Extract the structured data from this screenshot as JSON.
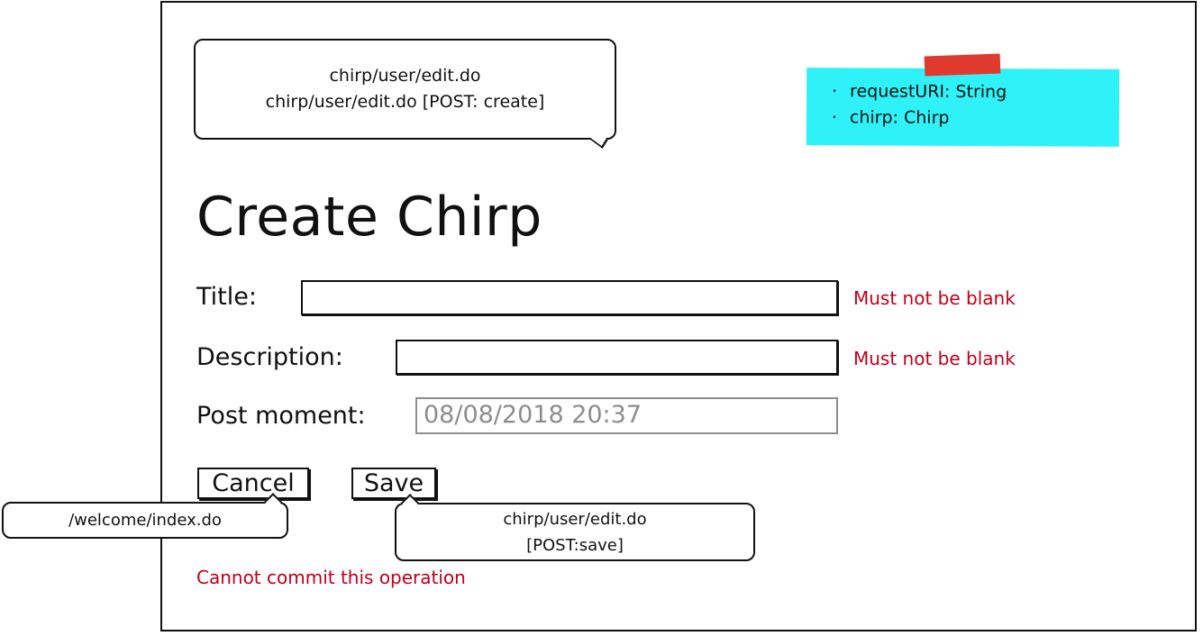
{
  "callouts": {
    "top": {
      "lines": [
        "chirp/user/edit.do",
        "chirp/user/edit.do [POST: create]"
      ]
    },
    "cancel": {
      "lines": [
        "/welcome/index.do"
      ]
    },
    "save": {
      "lines": [
        "chirp/user/edit.do",
        "[POST:save]"
      ]
    }
  },
  "sticky_note": {
    "bullet_glyph": "·",
    "items": [
      "requestURI: String",
      "chirp: Chirp"
    ],
    "background_color": "#2ef2f7",
    "tape_color": "#e03a2e"
  },
  "form": {
    "title": "Create Chirp",
    "fields": [
      {
        "label": "Title:",
        "value": "",
        "error": "Must not be blank"
      },
      {
        "label": "Description:",
        "value": "",
        "error": "Must not be blank"
      },
      {
        "label": "Post moment:",
        "value": "08/08/2018 20:37",
        "error": "",
        "disabled": true
      }
    ],
    "buttons": {
      "cancel_label": "Cancel",
      "save_label": "Save"
    },
    "global_error": "Cannot commit this operation",
    "error_color": "#c0001a"
  }
}
